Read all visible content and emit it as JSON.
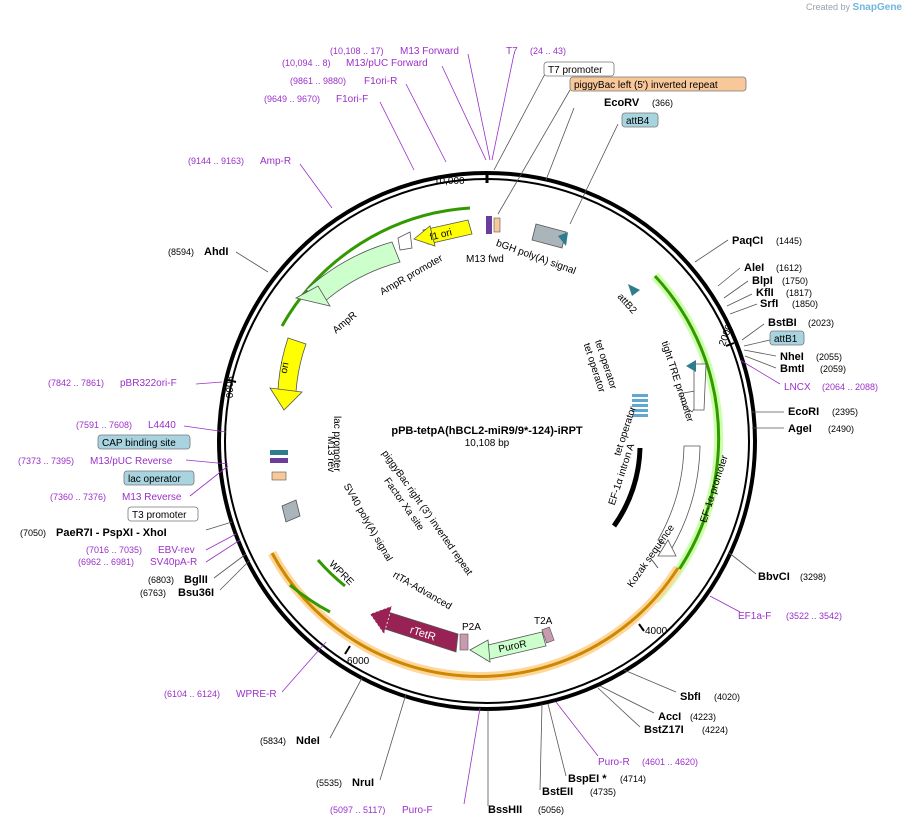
{
  "brand": {
    "created_by": "Created by",
    "name": "SnapGene"
  },
  "plasmid": {
    "name": "pPB-tetpA(hBCL2-miR9/9*-124)-iRPT",
    "length": "10,108 bp"
  },
  "ticks": [
    "2000",
    "4000",
    "6000",
    "8000",
    "10,000"
  ],
  "enzymes": [
    {
      "name": "PaqCI",
      "pos": "(1445)"
    },
    {
      "name": "AleI",
      "pos": "(1612)"
    },
    {
      "name": "BlpI",
      "pos": "(1750)"
    },
    {
      "name": "KflI",
      "pos": "(1817)"
    },
    {
      "name": "SrfI",
      "pos": "(1850)"
    },
    {
      "name": "BstBI",
      "pos": "(2023)"
    },
    {
      "name": "NheI",
      "pos": "(2055)"
    },
    {
      "name": "BmtI",
      "pos": "(2059)"
    },
    {
      "name": "EcoRI",
      "pos": "(2395)"
    },
    {
      "name": "AgeI",
      "pos": "(2490)"
    },
    {
      "name": "BbvCI",
      "pos": "(3298)"
    },
    {
      "name": "SbfI",
      "pos": "(4020)"
    },
    {
      "name": "AccI",
      "pos": "(4223)"
    },
    {
      "name": "BstZ17I",
      "pos": "(4224)"
    },
    {
      "name": "BspEI *",
      "pos": "(4714)"
    },
    {
      "name": "BstEII",
      "pos": "(4735)"
    },
    {
      "name": "BssHII",
      "pos": "(5056)"
    },
    {
      "name": "NruI",
      "pos": "(5535)"
    },
    {
      "name": "NdeI",
      "pos": "(5834)"
    },
    {
      "name": "Bsu36I",
      "pos": "(6763)"
    },
    {
      "name": "BglII",
      "pos": "(6803)"
    },
    {
      "name": "PaeR7I - PspXI - XhoI",
      "pos": "(7050)"
    },
    {
      "name": "AhdI",
      "pos": "(8594)"
    },
    {
      "name": "EcoRV",
      "pos": "(366)"
    }
  ],
  "primers": [
    {
      "name": "M13 Forward",
      "pos": "(10,108 .. 17)"
    },
    {
      "name": "T7",
      "pos": "(24 .. 43)"
    },
    {
      "name": "M13/pUC Forward",
      "pos": "(10,094 .. 8)"
    },
    {
      "name": "F1ori-R",
      "pos": "(9861 .. 9880)"
    },
    {
      "name": "F1ori-F",
      "pos": "(9649 .. 9670)"
    },
    {
      "name": "Amp-R",
      "pos": "(9144 .. 9163)"
    },
    {
      "name": "pBR322ori-F",
      "pos": "(7842 .. 7861)"
    },
    {
      "name": "L4440",
      "pos": "(7591 .. 7608)"
    },
    {
      "name": "M13/pUC Reverse",
      "pos": "(7373 .. 7395)"
    },
    {
      "name": "M13 Reverse",
      "pos": "(7360 .. 7376)"
    },
    {
      "name": "EBV-rev",
      "pos": "(7016 .. 7035)"
    },
    {
      "name": "SV40pA-R",
      "pos": "(6962 .. 6981)"
    },
    {
      "name": "WPRE-R",
      "pos": "(6104 .. 6124)"
    },
    {
      "name": "Puro-F",
      "pos": "(5097 .. 5117)"
    },
    {
      "name": "Puro-R",
      "pos": "(4601 .. 4620)"
    },
    {
      "name": "EF1a-F",
      "pos": "(3522 .. 3542)"
    },
    {
      "name": "LNCX",
      "pos": "(2064 .. 2088)"
    }
  ],
  "boxed_features": {
    "t7_promoter": "T7 promoter",
    "piggybac_left": "piggyBac left (5') inverted repeat",
    "attb4": "attB4",
    "attb1": "attB1",
    "cap_site": "CAP binding site",
    "lac_operator": "lac operator",
    "t3_promoter": "T3 promoter"
  },
  "features": {
    "f1_ori": "f1 ori",
    "ampr_promoter": "AmpR promoter",
    "ampr": "AmpR",
    "ori": "ori",
    "m13_fwd": "M13 fwd",
    "bgh": "bGH poly(A) signal",
    "attb2": "attB2",
    "tight_tre": "tight TRE promoter",
    "tet_op_1": "tet operator",
    "tet_op_2": "tet operator",
    "tet_op_3": "tet operator",
    "ef1a_intron": "EF-1α intron A",
    "ef1a_promoter": "EF-1α promoter",
    "kozak": "Kozak sequence",
    "t2a": "T2A",
    "puror": "PuroR",
    "p2a": "P2A",
    "rtetr": "rTetR",
    "rtta": "rtTA-Advanced",
    "wpre": "WPRE",
    "pb_right": "piggyBac right (3') inverted repeat",
    "sv40": "SV40 poly(A) signal",
    "factor_xa": "Factor Xa site",
    "m13_rev": "M13 rev",
    "lac_promoter": "lac promoter"
  },
  "colors": {
    "backbone": "#000000",
    "f1_ori": "#ffff00",
    "ampr": "#ccffcc",
    "green_arc": "#339900",
    "orange_arc": "#cc8800",
    "rtetr": "#992255",
    "puror": "#ccffcc",
    "primer": "#9b30c8",
    "boxed_blue": "#a8d4e0",
    "boxed_orange": "#f8c89a"
  }
}
